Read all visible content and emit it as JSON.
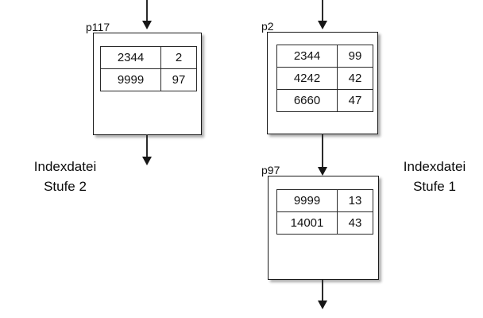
{
  "diagram": {
    "title_left": "Indexdatei\nStufe 2",
    "nodes": [
      {
        "id": "p117",
        "label": "p117",
        "rows": [
          {
            "key": "2344",
            "pointer": "2"
          },
          {
            "key": "9999",
            "pointer": "97"
          }
        ]
      },
      {
        "id": "p2",
        "label": "p2",
        "rows": [
          {
            "key": "2344",
            "pointer": "99"
          },
          {
            "key": "4242",
            "pointer": "42"
          },
          {
            "key": "6660",
            "pointer": "47"
          }
        ]
      },
      {
        "id": "p97",
        "label": "p97",
        "rows": [
          {
            "key": "9999",
            "pointer": "13"
          },
          {
            "key": "14001",
            "pointer": "43"
          }
        ]
      }
    ],
    "captions": {
      "left_line1": "Indexdatei",
      "left_line2": "Stufe 2",
      "right_line1": "Indexdatei",
      "right_line2": "Stufe 1"
    },
    "colors": {
      "stroke": "#1a1a1a",
      "arrow": "#2b2b2b",
      "text": "#111111",
      "background": "#ffffff"
    }
  }
}
